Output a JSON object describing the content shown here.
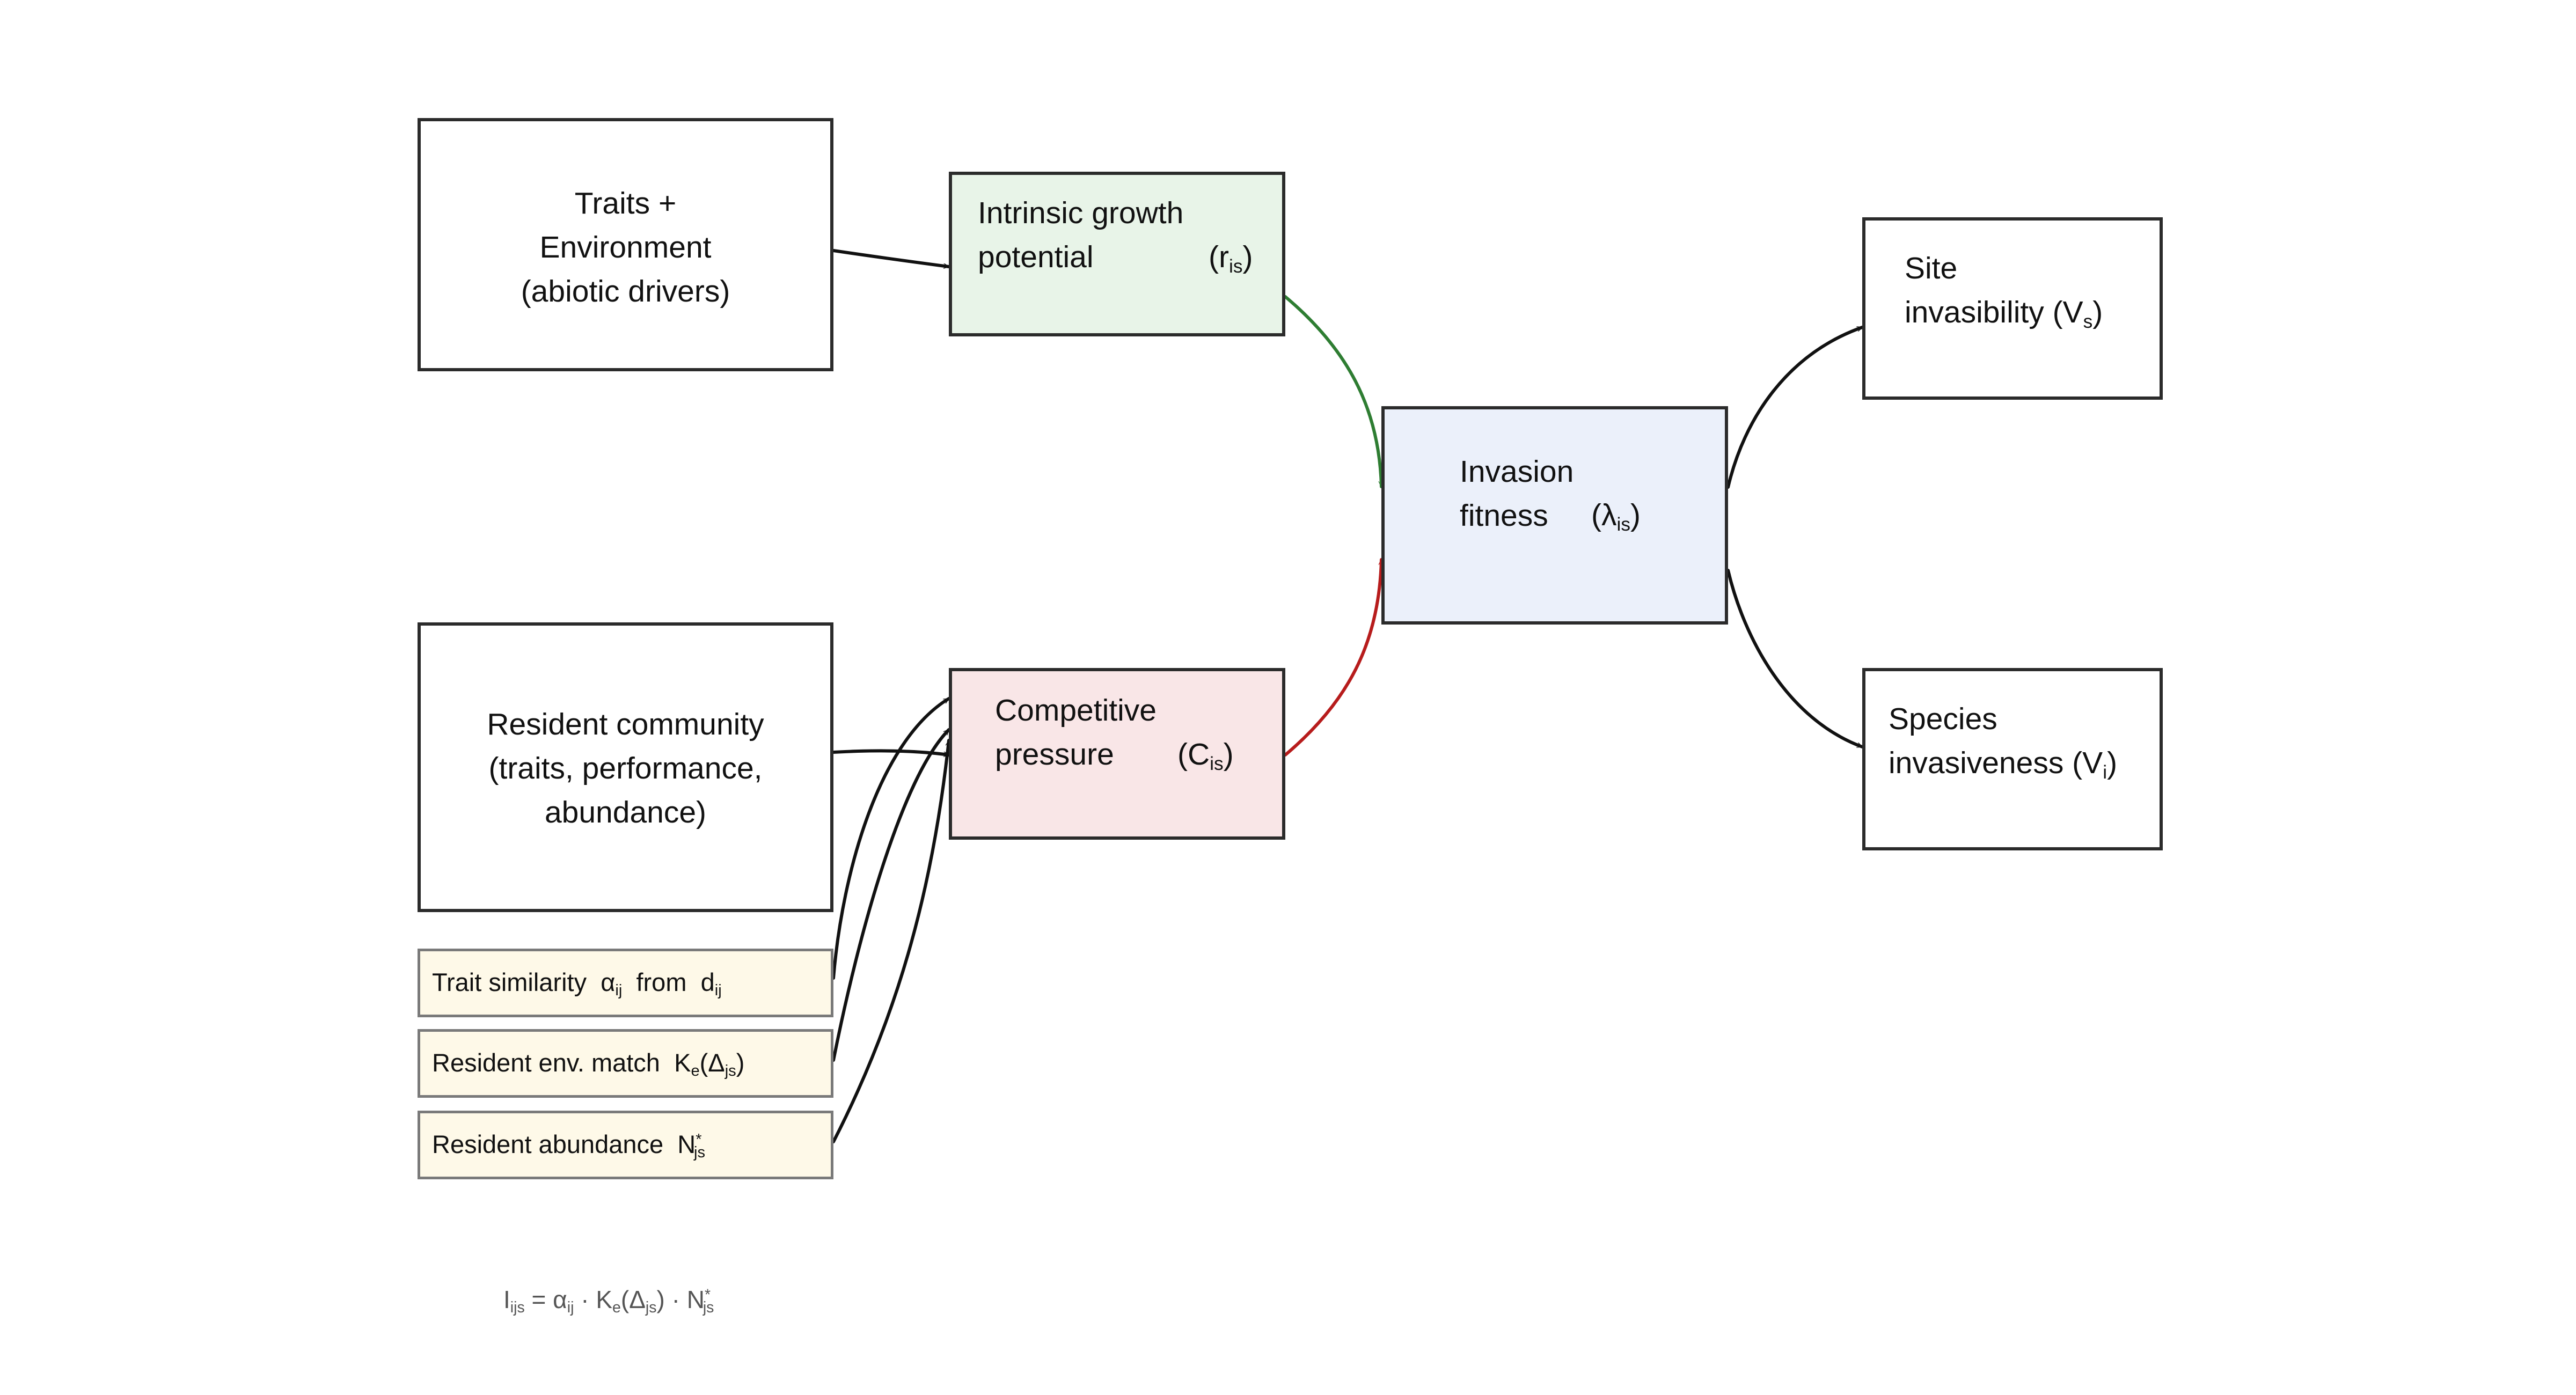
{
  "nodes": {
    "traits_env": {
      "lines": [
        "Traits +",
        "Environment",
        "(abiotic drivers)"
      ]
    },
    "intrinsic": {
      "lines": [
        "Intrinsic growth",
        "potential"
      ],
      "sym": "r",
      "sym_sub": "is"
    },
    "resident": {
      "lines": [
        "Resident community",
        "(traits, performance,",
        "abundance)"
      ]
    },
    "competitive": {
      "lines": [
        "Competitive",
        "pressure"
      ],
      "sym": "C",
      "sym_sub": "is"
    },
    "invasion": {
      "lines": [
        "Invasion",
        "fitness"
      ],
      "sym": "λ",
      "sym_sub": "is"
    },
    "site": {
      "lines": [
        "Site",
        "invasibility"
      ],
      "sym": "V",
      "sym_sub": "s"
    },
    "species": {
      "lines": [
        "Species",
        "invasiveness"
      ],
      "sym": "V",
      "sym_sub": "i"
    }
  },
  "notes": {
    "trait_similarity": {
      "label": "Trait similarity",
      "sym1": "α",
      "sym1_sub": "ij",
      "mid": "from",
      "sym2": "d",
      "sym2_sub": "ij"
    },
    "env_match": {
      "label": "Resident env. match",
      "sym": "K",
      "sym_sub": "e",
      "arg": "Δ",
      "arg_sub": "js"
    },
    "abundance": {
      "label": "Resident abundance",
      "sym": "N",
      "sym_sub": "js",
      "sym_sup": "*"
    }
  },
  "formula": {
    "lhs": "I",
    "lhs_sub": "ijs",
    "a": "α",
    "a_sub": "ij",
    "k": "K",
    "k_sub": "e",
    "d": "Δ",
    "d_sub": "js",
    "n": "N",
    "n_sub": "js",
    "n_sup": "*"
  },
  "colors": {
    "stroke": "#2b2b2b",
    "intrinsic_fill": "#e8f4e8",
    "competitive_fill": "#f9e6e7",
    "invasion_fill": "#ebf0fa",
    "note_fill": "#fef9e8",
    "green_arrow": "#2e7d32",
    "red_arrow": "#b71c1c"
  }
}
